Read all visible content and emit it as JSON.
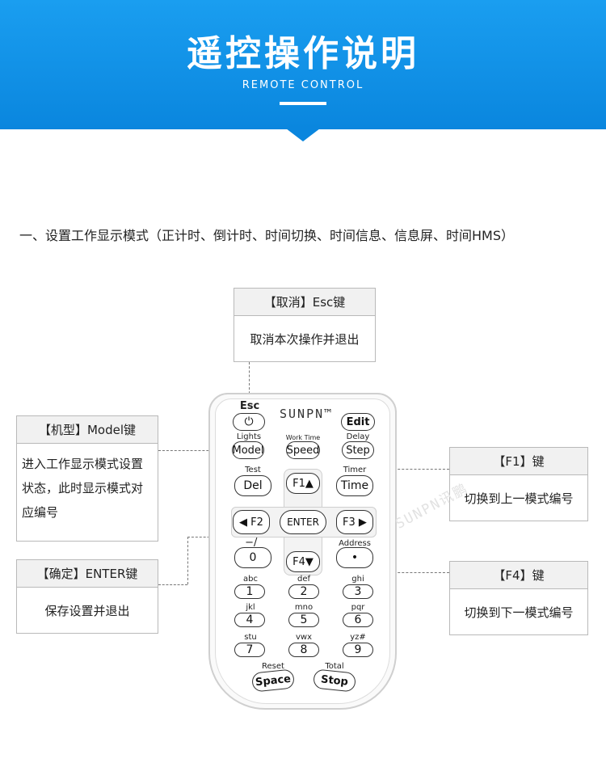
{
  "header": {
    "title": "遥控操作说明",
    "subtitle": "REMOTE CONTROL"
  },
  "section_heading": "一、设置工作显示模式（正计时、倒计时、时间切换、时间信息、信息屏、时间HMS）",
  "callouts": {
    "esc": {
      "title": "【取消】Esc键",
      "body": "取消本次操作并退出"
    },
    "model": {
      "title": "【机型】Model键",
      "body": "进入工作显示模式设置状态，此时显示模式对应编号"
    },
    "enter": {
      "title": "【确定】ENTER键",
      "body": "保存设置并退出"
    },
    "f1": {
      "title": "【F1】键",
      "body": "切换到上一模式编号"
    },
    "f4": {
      "title": "【F4】键",
      "body": "切换到下一模式编号"
    }
  },
  "remote": {
    "logo": "SUNPN™",
    "watermark": "SUNPN讯鹏",
    "labels": {
      "esc": "Esc",
      "lights": "Lights",
      "work_time": "Work Time",
      "delay": "Delay",
      "test": "Test",
      "timer": "Timer",
      "address": "Address",
      "minus": "−/_",
      "abc": "abc",
      "def": "def",
      "ghi": "ghi",
      "jkl": "jkl",
      "mno": "mno",
      "pqr": "pqr",
      "stu": "stu",
      "vwx": "vwx",
      "yz": "yz#",
      "reset": "Reset",
      "total": "Total"
    },
    "keys": {
      "power_symbol": "⏻",
      "edit": "Edit",
      "model": "Model",
      "speed": "Speed",
      "step": "Step",
      "del": "Del",
      "f1": "F1▲",
      "time": "Time",
      "f2": "◀ F2",
      "enter": "ENTER",
      "f3": "F3 ▶",
      "k0": "0",
      "f4": "F4▼",
      "dot": "•",
      "k1": "1",
      "k2": "2",
      "k3": "3",
      "k4": "4",
      "k5": "5",
      "k6": "6",
      "k7": "7",
      "k8": "8",
      "k9": "9",
      "space": "Space",
      "stop": "Stop"
    }
  }
}
